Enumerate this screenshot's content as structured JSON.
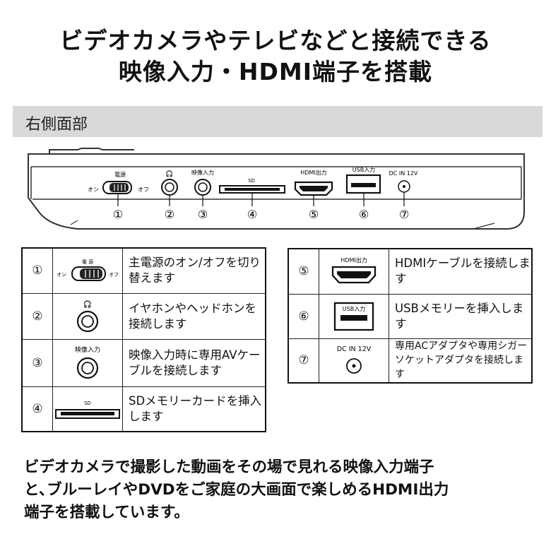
{
  "header": {
    "title_line1": "ビデオカメラやテレビなどと接続できる",
    "title_line2": "映像入力・HDMI端子を搭載"
  },
  "section": {
    "label": "右側面部"
  },
  "device": {
    "power_label": "電源",
    "on_label": "オン",
    "off_label": "オフ",
    "headphone_symbol": "🎧",
    "video_in_label": "映像入力",
    "sd_label": "SD",
    "hdmi_label": "HDMI出力",
    "usb_label": "USB入力",
    "dc_label": "DC IN 12V",
    "markers": [
      "①",
      "②",
      "③",
      "④",
      "⑤",
      "⑥",
      "⑦"
    ]
  },
  "table_left": [
    {
      "num": "①",
      "icon": "power-switch-icon",
      "icon_text": [
        "電 源",
        "オン",
        "オフ"
      ],
      "desc": "主電源のオン/オフを切り替えます"
    },
    {
      "num": "②",
      "icon": "headphone-jack-icon",
      "icon_text": [
        "🎧"
      ],
      "desc": "イヤホンやヘッドホンを接続します"
    },
    {
      "num": "③",
      "icon": "video-input-jack-icon",
      "icon_text": [
        "映像入力"
      ],
      "desc": "映像入力時に専用AVケーブルを接続します"
    },
    {
      "num": "④",
      "icon": "sd-slot-icon",
      "icon_text": [
        "SD"
      ],
      "desc": "SDメモリーカードを挿入します"
    }
  ],
  "table_right": [
    {
      "num": "⑤",
      "icon": "hdmi-port-icon",
      "icon_text": [
        "HDMI出力"
      ],
      "desc": "HDMIケーブルを接続します"
    },
    {
      "num": "⑥",
      "icon": "usb-port-icon",
      "icon_text": [
        "USB入力"
      ],
      "desc": "USBメモリーを挿入します"
    },
    {
      "num": "⑦",
      "icon": "dc-in-jack-icon",
      "icon_text": [
        "DC IN 12V"
      ],
      "desc": "専用ACアダプタや専用シガーソケットアダプタを接続します"
    }
  ],
  "footer": {
    "line1": "ビデオカメラで撮影した動画をその場で見れる映像入力端子",
    "line2": "と､ブルーレイやDVDをご家庭の大画面で楽しめるHDMI出力",
    "line3": "端子を搭載しています。"
  }
}
